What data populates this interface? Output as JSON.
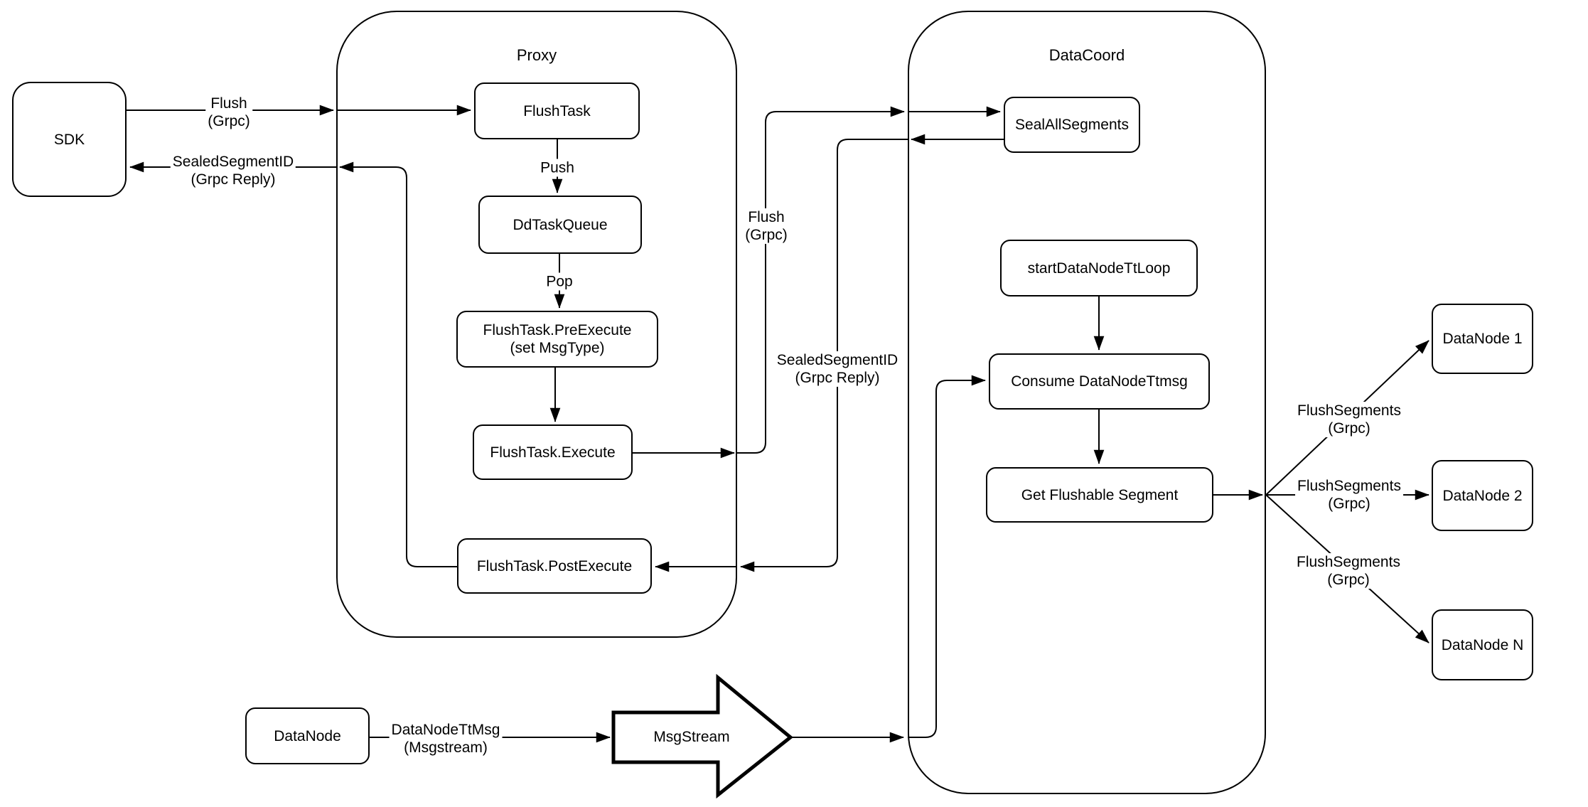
{
  "colors": {
    "stroke": "#000000",
    "node_fill": "#ffffff",
    "background": "#ffffff"
  },
  "containers": {
    "proxy": {
      "title": "Proxy"
    },
    "datacoord": {
      "title": "DataCoord"
    }
  },
  "nodes": {
    "sdk": {
      "label": "SDK"
    },
    "flushtask": {
      "label": "FlushTask"
    },
    "ddtaskqueue": {
      "label": "DdTaskQueue"
    },
    "preexecute": {
      "line1": "FlushTask.PreExecute",
      "line2": "(set MsgType)"
    },
    "execute": {
      "label": "FlushTask.Execute"
    },
    "postexecute": {
      "label": "FlushTask.PostExecute"
    },
    "sealallsegments": {
      "label": "SealAllSegments"
    },
    "startdatanodettloop": {
      "label": "startDataNodeTtLoop"
    },
    "consumedatanodettmsg": {
      "label": "Consume DataNodeTtmsg"
    },
    "getflushablesegment": {
      "label": "Get Flushable Segment"
    },
    "datanode1": {
      "label": "DataNode 1"
    },
    "datanode2": {
      "label": "DataNode 2"
    },
    "datanoden": {
      "label": "DataNode N"
    },
    "datanode": {
      "label": "DataNode"
    },
    "msgstream": {
      "label": "MsgStream"
    }
  },
  "edge_labels": {
    "flush_sdk": {
      "line1": "Flush",
      "line2": "(Grpc)"
    },
    "sealed_sdk": {
      "line1": "SealedSegmentID",
      "line2": "(Grpc Reply)"
    },
    "push": {
      "label": "Push"
    },
    "pop": {
      "label": "Pop"
    },
    "flush_mid": {
      "line1": "Flush",
      "line2": "(Grpc)"
    },
    "sealed_mid": {
      "line1": "SealedSegmentID",
      "line2": "(Grpc Reply)"
    },
    "flushsegments1": {
      "line1": "FlushSegments",
      "line2": "(Grpc)"
    },
    "flushsegments2": {
      "line1": "FlushSegments",
      "line2": "(Grpc)"
    },
    "flushsegments3": {
      "line1": "FlushSegments",
      "line2": "(Grpc)"
    },
    "datanodettmsg": {
      "line1": "DataNodeTtMsg",
      "line2": "(Msgstream)"
    }
  }
}
